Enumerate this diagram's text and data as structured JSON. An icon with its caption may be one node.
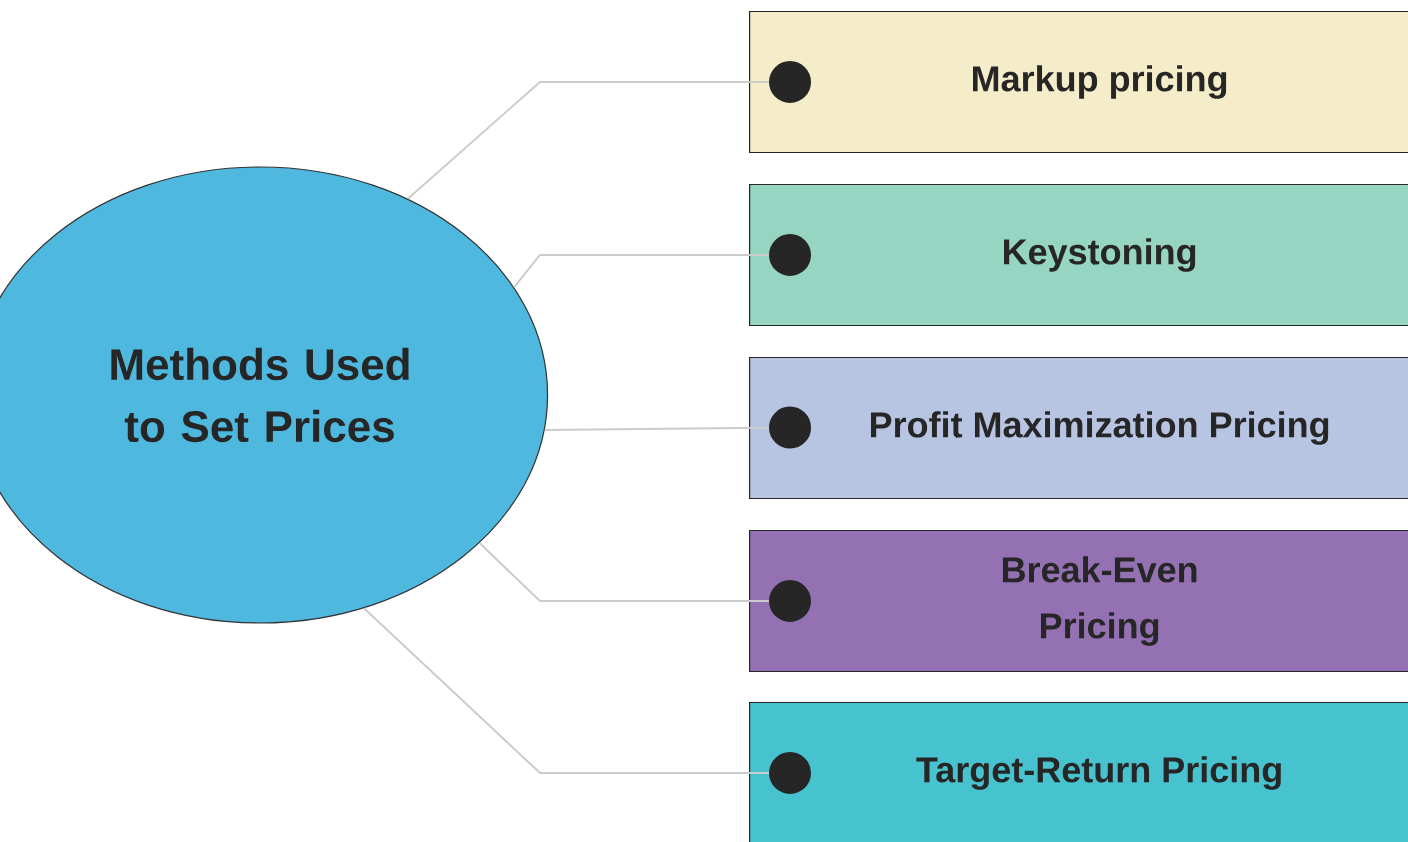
{
  "diagram": {
    "nodes": [
      {
        "text": [
          "Methods Used to Set Prices"
        ]
      },
      {
        "text": [
          "Markup pricing"
        ]
      },
      {
        "text": [
          "Keystoning"
        ]
      },
      {
        "text": [
          "Profit Maximization Pricing"
        ]
      },
      {
        "text": [
          "Break-Even Pricing"
        ]
      },
      {
        "text": [
          "Target-Return Pricing"
        ]
      }
    ],
    "edges": [
      {
        "from": 0,
        "to": 1,
        "arrow": "other"
      },
      {
        "from": 0,
        "to": 2,
        "arrow": "other"
      },
      {
        "from": 0,
        "to": 3,
        "arrow": "other"
      },
      {
        "from": 0,
        "to": 4,
        "arrow": "other"
      },
      {
        "from": 0,
        "to": 5,
        "arrow": "other"
      }
    ]
  }
}
